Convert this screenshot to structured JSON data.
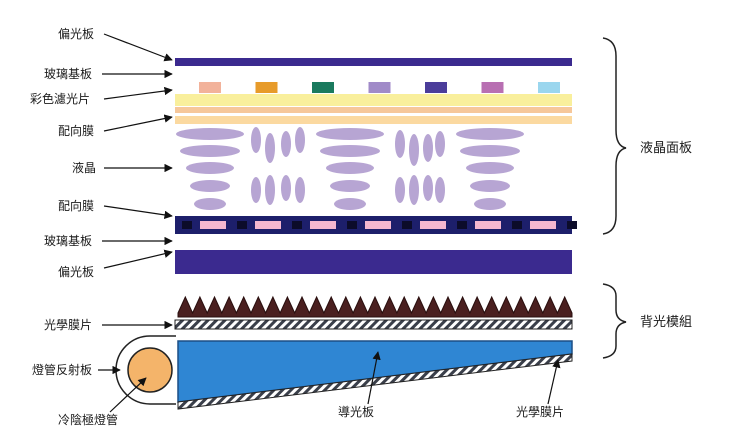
{
  "labels": {
    "polarizer_top": "偏光板",
    "glass_top": "玻璃基板",
    "color_filter": "彩色濾光片",
    "alignment_top": "配向膜",
    "liquid_crystal": "液晶",
    "alignment_bottom": "配向膜",
    "glass_bottom": "玻璃基板",
    "polarizer_bottom": "偏光板",
    "optical_film_left": "光學膜片",
    "lamp_reflector": "燈管反射板",
    "ccfl": "冷陰極燈管",
    "light_guide": "導光板",
    "optical_film_right": "光學膜片",
    "lcd_panel": "液晶面板",
    "backlight_module": "背光模組"
  },
  "colors": {
    "polarizer": "#3b2a8f",
    "glass": "#ffffff",
    "filter_yellow": "#f9ef9c",
    "filter_peach": "#f6c79a",
    "liquid_crystal": "#b7a5d3",
    "tft_layer": "#1d1f6b",
    "tft_pixel": "#f5b8d0",
    "prism": "#4a1f1f",
    "light_guide": "#2f86d3",
    "lamp": "#f4b46a"
  },
  "color_filter_swatches": [
    "#f2b29a",
    "#e79b2a",
    "#1a7a5e",
    "#a08ac8",
    "#4b3d9a",
    "#b86fb2",
    "#9ad6ee"
  ]
}
